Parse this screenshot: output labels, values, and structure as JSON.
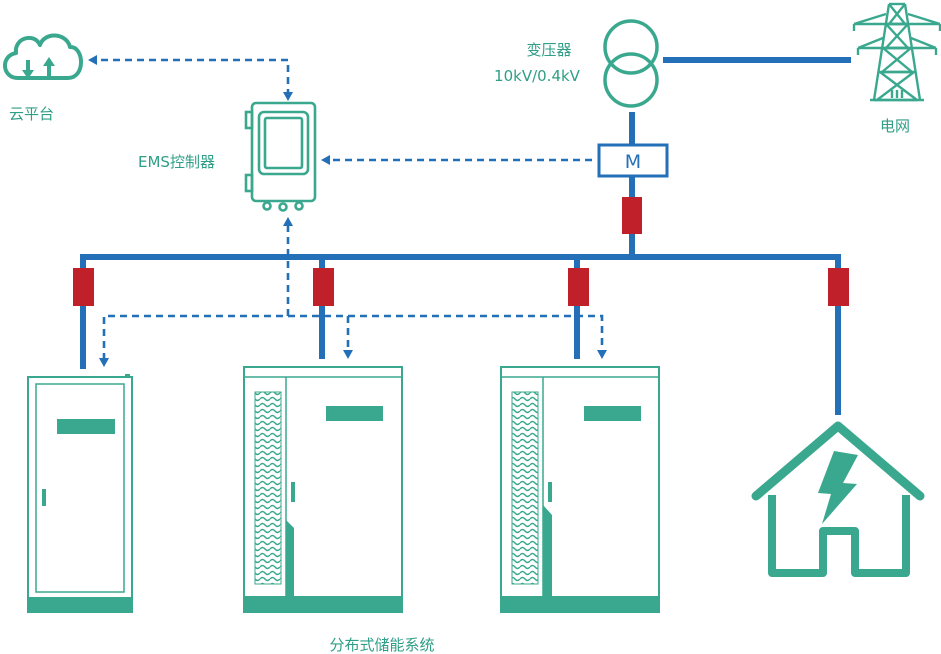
{
  "labels": {
    "cloud": "云平台",
    "ems": "EMS控制器",
    "transformer_name": "变压器",
    "transformer_rating": "10kV/0.4kV",
    "grid": "电网",
    "meter": "M",
    "storage_system": "分布式储能系统"
  },
  "colors": {
    "teal": "#3aa88e",
    "blue": "#2370b8",
    "red": "#c0202a",
    "cabinet_fill": "#ffffff"
  }
}
